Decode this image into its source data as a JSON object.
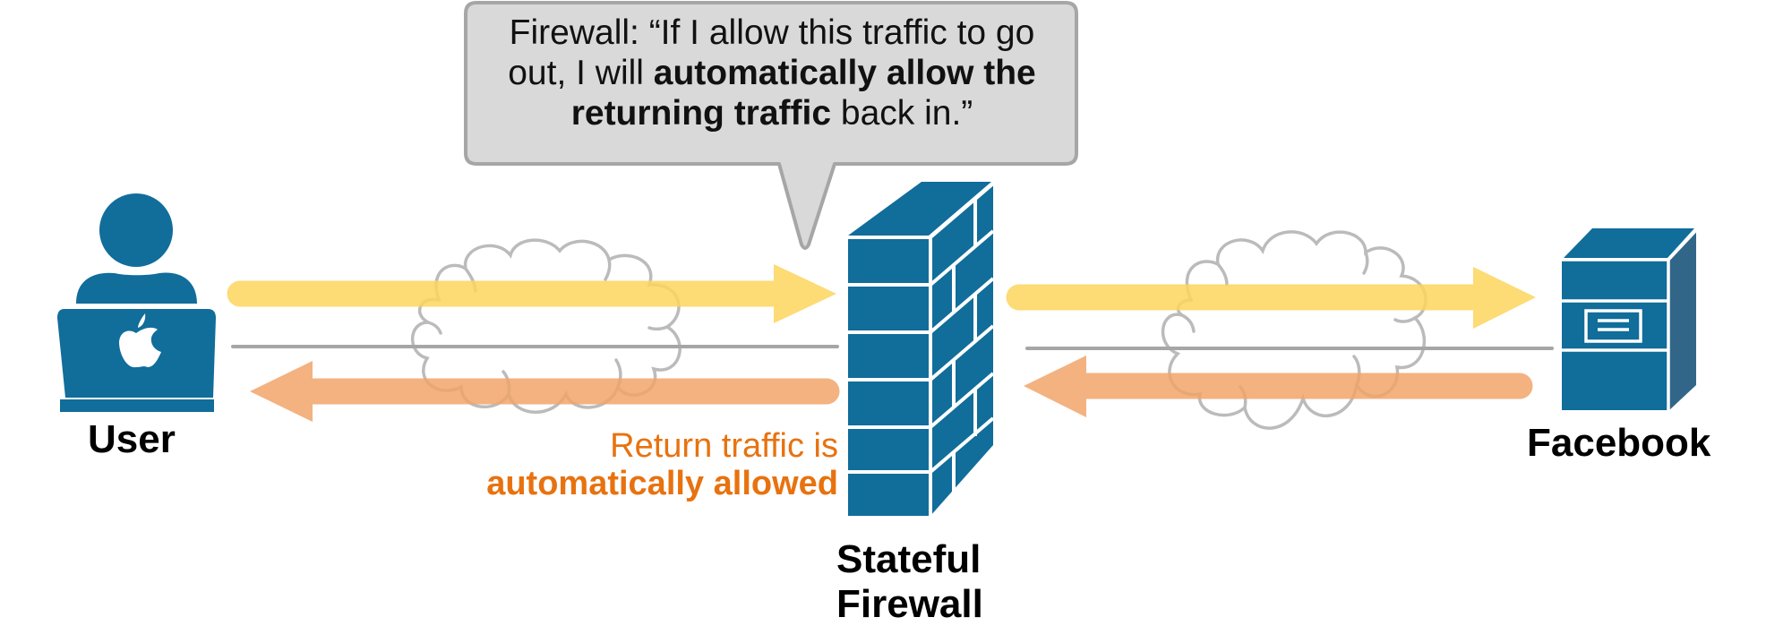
{
  "diagram": {
    "title": "Stateful Firewall",
    "speech_bubble": {
      "speaker": "Firewall:",
      "line1_prefix": "Firewall: “If I allow this traffic to go",
      "line2_normal": "out, I will ",
      "line2_bold": "automatically allow the",
      "line3_bold": "returning traffic",
      "line3_normal": " back in.”"
    },
    "nodes": {
      "user": {
        "label": "User",
        "icon": "user-laptop-icon",
        "logo": "apple-logo-icon"
      },
      "firewall": {
        "label_line1": "Stateful",
        "label_line2": "Firewall",
        "icon": "brick-firewall-icon"
      },
      "server": {
        "label": "Facebook",
        "icon": "server-tower-icon"
      }
    },
    "annotation": {
      "line1": "Return traffic is",
      "line2": "automatically allowed"
    },
    "flows": [
      {
        "name": "outbound-user-to-firewall",
        "direction": "right",
        "color": "#fdd55e"
      },
      {
        "name": "return-firewall-to-user",
        "direction": "left",
        "color": "#f1a56b"
      },
      {
        "name": "outbound-firewall-to-server",
        "direction": "right",
        "color": "#fdd55e"
      },
      {
        "name": "return-server-to-firewall",
        "direction": "left",
        "color": "#f1a56b"
      }
    ],
    "colors": {
      "icon_blue": "#116d9a",
      "icon_side": "#316688",
      "outbound": "#fdd55e",
      "return": "#f1a56b",
      "annotation": "#e8720f",
      "cloud_stroke": "#bbbbbb",
      "bubble_fill": "#d9d9d9",
      "bubble_stroke": "#a6a6a6"
    }
  }
}
